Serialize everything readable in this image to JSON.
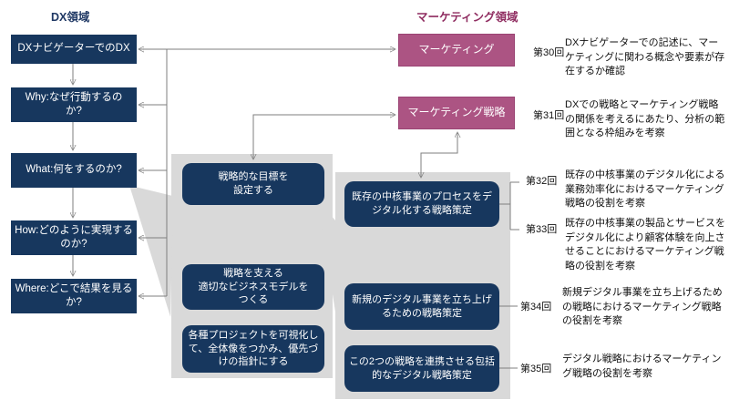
{
  "dx_column": {
    "header": "DX領域",
    "boxes": [
      "DXナビゲーターでのDX",
      "Why:なぜ行動するの\nか?",
      "What:何をするのか?",
      "How:どのように実現する\nのか?",
      "Where:どこで結果を見る\nか?"
    ]
  },
  "marketing_column": {
    "header": "マーケティング領域",
    "boxes": [
      "マーケティング",
      "マーケティング戦略"
    ]
  },
  "strategy_panel": {
    "boxes": [
      "戦略的な目標を\n設定する",
      "戦略を支える\n適切なビジネスモデルを\nつくる",
      "各種プロジェクトを可視化し\nて、全体像をつかみ、優先づ\nけの指針にする"
    ]
  },
  "digital_strategy_panel": {
    "boxes": [
      "既存の中核事業のプロセスをデ\nジタル化する戦略策定",
      "新規のデジタル事業を立ち上げ\nるための戦略策定",
      "この2つの戦略を連携させる包括\n的なデジタル戦略策定"
    ]
  },
  "episodes": [
    {
      "no": "第30回",
      "desc": "DXナビゲーターでの記述に、マーケティングに関わる概念や要素が存在するか確認"
    },
    {
      "no": "第31回",
      "desc": "DXでの戦略とマーケティング戦略の関係を考えるにあたり、分析の範囲となる枠組みを考察"
    },
    {
      "no": "第32回",
      "desc": "既存の中核事業のデジタル化による業務効率化におけるマーケティング戦略の役割を考察"
    },
    {
      "no": "第33回",
      "desc": "既存の中核事業の製品とサービスをデジタル化により顧客体験を向上させることにおけるマーケティング戦略の役割を考察"
    },
    {
      "no": "第34回",
      "desc": "新規デジタル事業を立ち上げるための戦略におけるマーケティング戦略の役割を考察"
    },
    {
      "no": "第35回",
      "desc": "デジタル戦略におけるマーケティング戦略の役割を考察"
    }
  ],
  "colors": {
    "navy_box": "#17375E",
    "navy_header": "#1F3864",
    "plum_box": "#AC5483",
    "plum_header": "#8F2C60",
    "panel_gray": "#D9D9D9",
    "connector_gray": "#7F7F7F"
  }
}
